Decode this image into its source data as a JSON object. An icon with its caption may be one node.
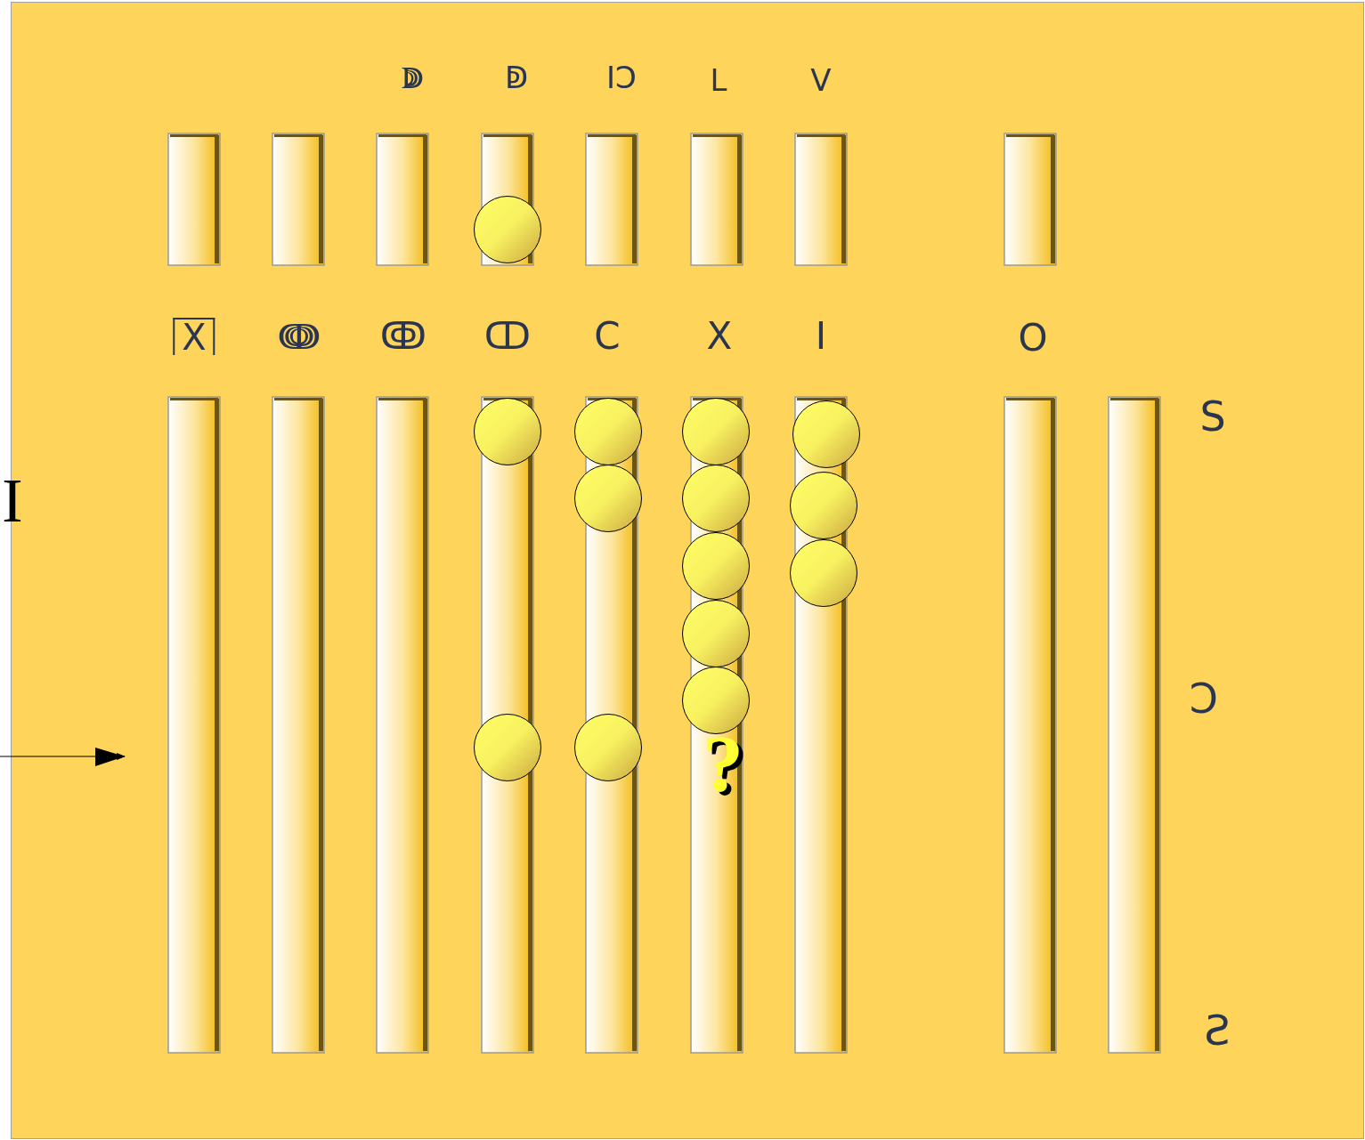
{
  "diagram": {
    "labels": [
      "ↇ",
      "ↁ",
      "IↃ",
      "L",
      "V",
      "X",
      "ↈ",
      "ↂ",
      "ↀ",
      "C",
      "X",
      "I",
      "O",
      "S",
      "I",
      "Ɔ",
      "?",
      "Ƨ"
    ]
  }
}
